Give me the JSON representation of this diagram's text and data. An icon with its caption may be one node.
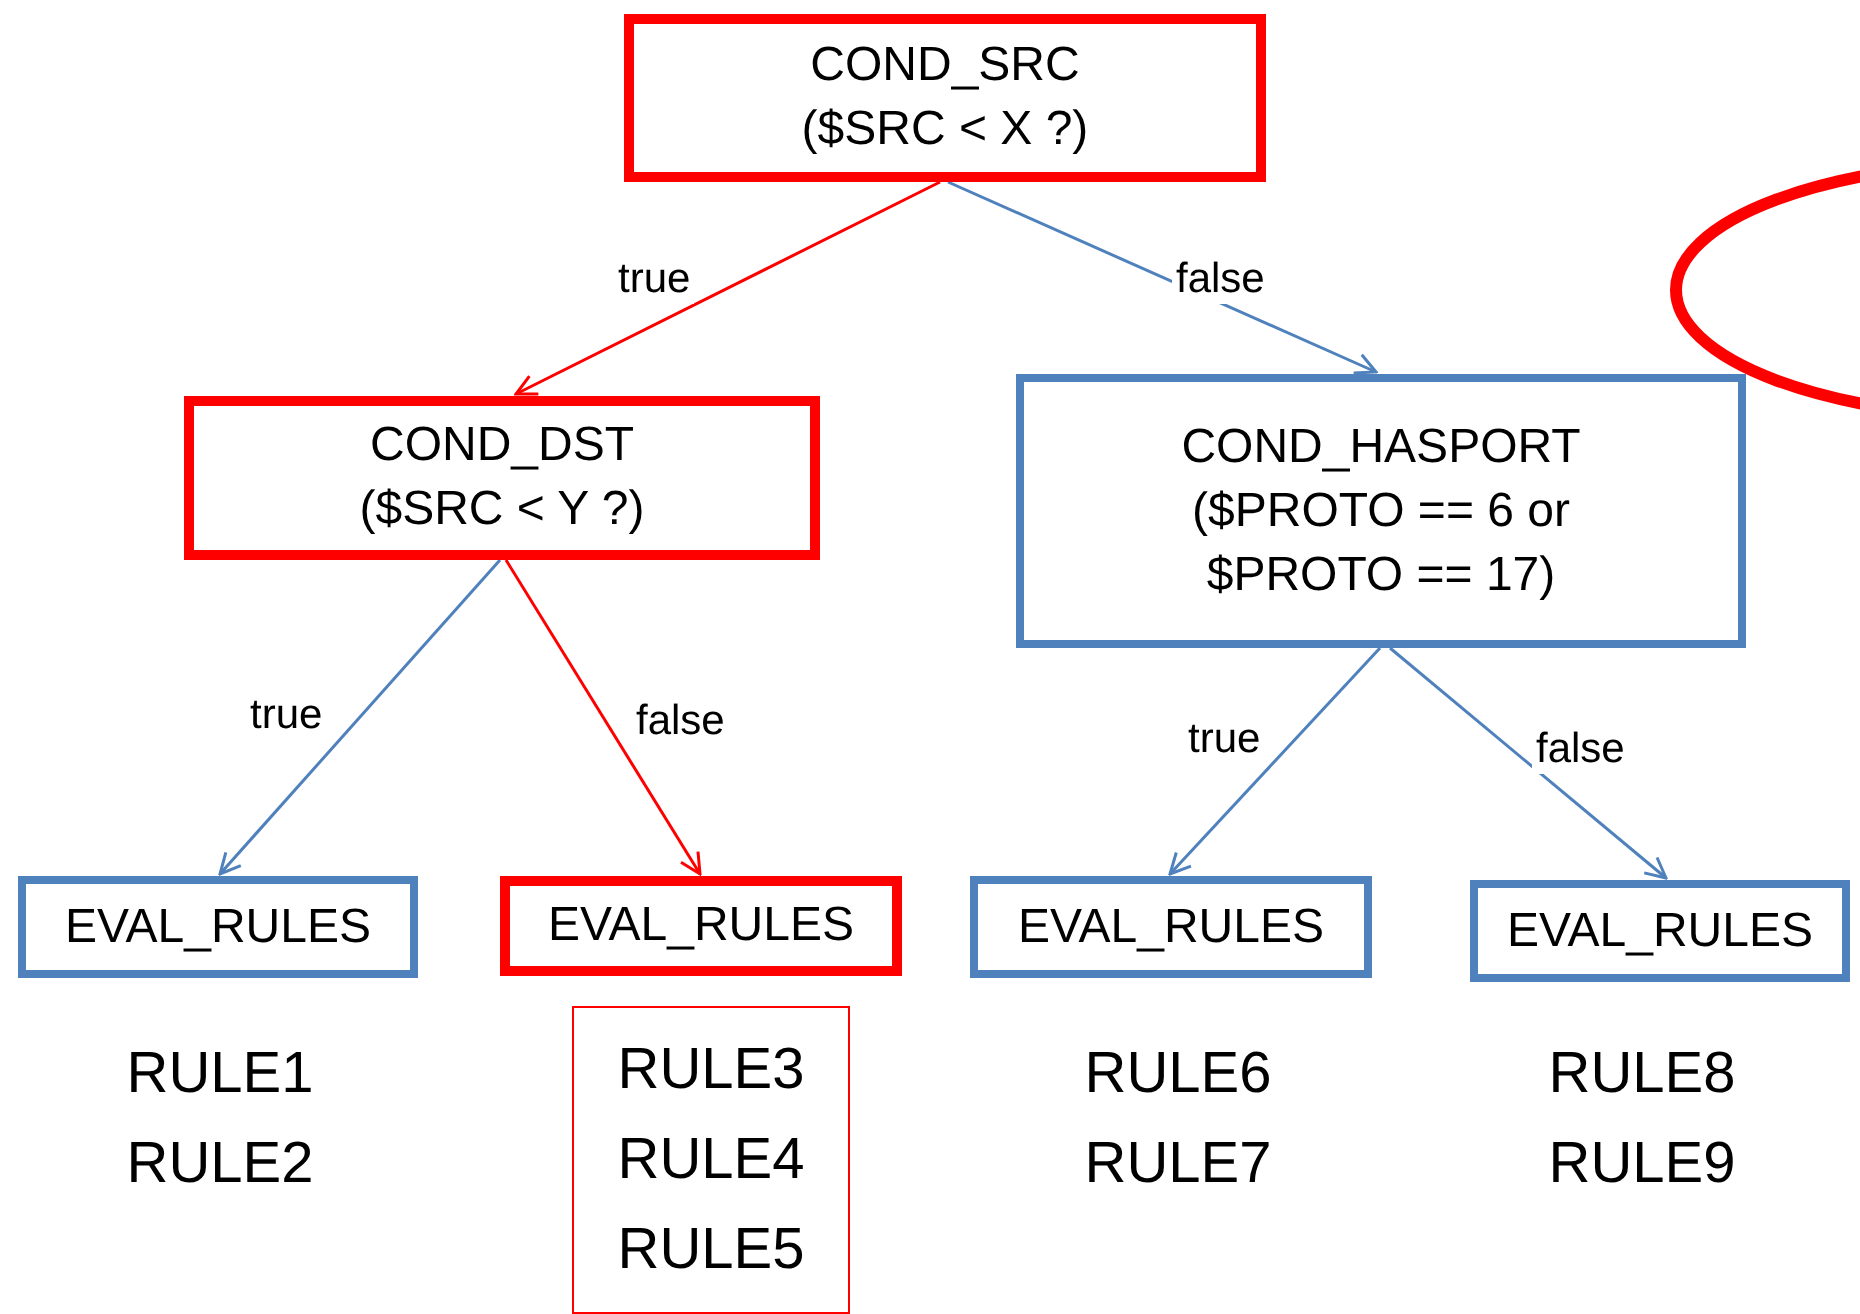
{
  "diagram": {
    "nodes": [
      {
        "text": [
          "COND_SRC",
          "($SRC < X ?)"
        ]
      },
      {
        "text": [
          "COND_DST",
          "($SRC < Y ?)"
        ]
      },
      {
        "text": [
          "COND_HASPORT",
          "($PROTO == 6 or $PROTO == 17)"
        ]
      },
      {
        "text": [
          "EVAL_RULES"
        ],
        "beside": [
          "RULE1",
          "RULE2"
        ]
      },
      {
        "text": [
          "EVAL_RULES"
        ]
      },
      {
        "text": [
          "EVAL_RULES"
        ],
        "beside": [
          "RULE6",
          "RULE7"
        ]
      },
      {
        "text": [
          "EVAL_RULES"
        ],
        "beside": [
          "RULE8",
          "RULE9"
        ]
      },
      {
        "text": [
          "RULE3",
          "RULE4",
          "RULE5"
        ]
      }
    ],
    "edges": [
      {
        "from": 0,
        "to": 1,
        "arrow": "to",
        "label": "true",
        "color": "#ff0000"
      },
      {
        "from": 0,
        "to": 2,
        "arrow": "to",
        "label": "false"
      },
      {
        "from": 1,
        "to": 3,
        "arrow": "to",
        "label": "true"
      },
      {
        "from": 1,
        "to": 4,
        "arrow": "to",
        "label": "false",
        "color": "#ff0000"
      },
      {
        "from": 2,
        "to": 5,
        "arrow": "to",
        "label": "true"
      },
      {
        "from": 2,
        "to": 6,
        "arrow": "to",
        "label": "false"
      }
    ]
  }
}
